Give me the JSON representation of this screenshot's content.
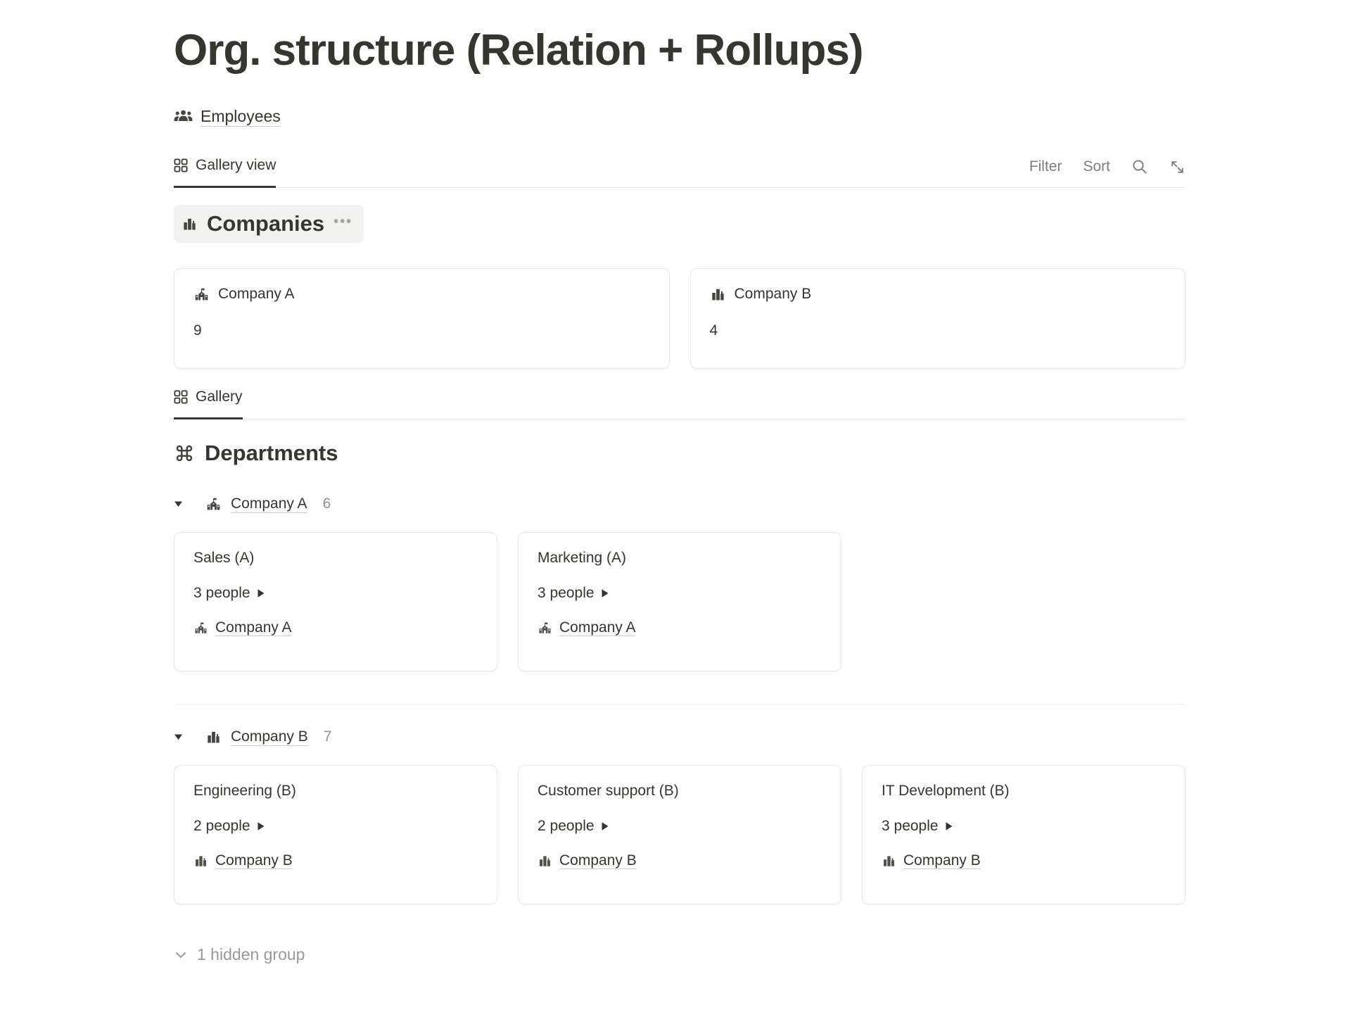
{
  "page": {
    "title": "Org. structure (Relation + Rollups)"
  },
  "parent_link": {
    "label": "Employees",
    "icon": "people-icon"
  },
  "toolbar": {
    "tab_label": "Gallery view",
    "filter_label": "Filter",
    "sort_label": "Sort",
    "icons": [
      "search-icon",
      "expand-icon"
    ]
  },
  "companies_db": {
    "title": "Companies",
    "icon": "buildings-solid-icon",
    "menu_dots": "•••",
    "cards": [
      {
        "name": "Company A",
        "icon": "school-building-icon",
        "rollup_value": "9"
      },
      {
        "name": "Company B",
        "icon": "buildings-solid-icon",
        "rollup_value": "4"
      }
    ]
  },
  "departments_db": {
    "tab_label": "Gallery",
    "title": "Departments",
    "icon": "command-icon",
    "groups": [
      {
        "label": "Company A",
        "icon": "school-building-icon",
        "count": "6",
        "cards": [
          {
            "title": "Sales (A)",
            "people": "3 people",
            "company_link": "Company A"
          },
          {
            "title": "Marketing (A)",
            "people": "3 people",
            "company_link": "Company A"
          }
        ]
      },
      {
        "label": "Company B",
        "icon": "buildings-solid-icon",
        "count": "7",
        "cards": [
          {
            "title": "Engineering (B)",
            "people": "2 people",
            "company_link": "Company B"
          },
          {
            "title": "Customer support (B)",
            "people": "2 people",
            "company_link": "Company B"
          },
          {
            "title": "IT Development (B)",
            "people": "3 people",
            "company_link": "Company B"
          }
        ]
      }
    ],
    "hidden_group_label": "1 hidden group"
  },
  "colors": {
    "text": "#37352f",
    "secondary": "#7f7e7b",
    "muted": "#9a9996",
    "count": "#91918e",
    "border": "#e9e9e7",
    "chip_bg": "#f1f1ef"
  }
}
